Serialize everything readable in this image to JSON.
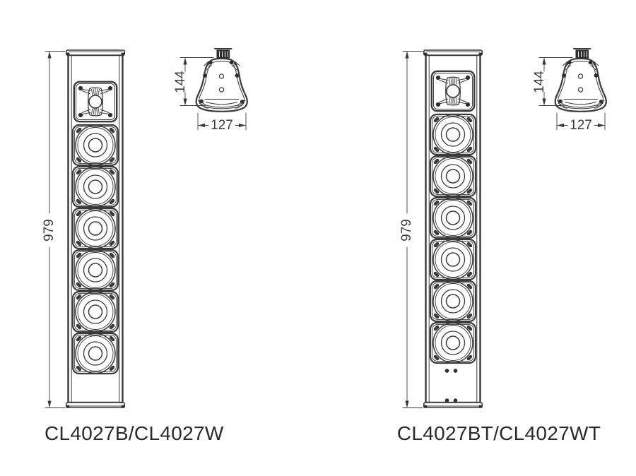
{
  "page": {
    "background": "#ffffff",
    "line_color": "#3a3a3a",
    "text_color": "#2a2a2a"
  },
  "products": [
    {
      "name": "CL4027B/CL4027W",
      "dimensions": {
        "height": "979",
        "depth": "144",
        "width": "127"
      },
      "drivers": {
        "tweeters": 1,
        "woofers": 6
      }
    },
    {
      "name": "CL4027BT/CL4027WT",
      "dimensions": {
        "height": "979",
        "depth": "144",
        "width": "127"
      },
      "drivers": {
        "tweeters": 1,
        "woofers": 6
      }
    }
  ]
}
